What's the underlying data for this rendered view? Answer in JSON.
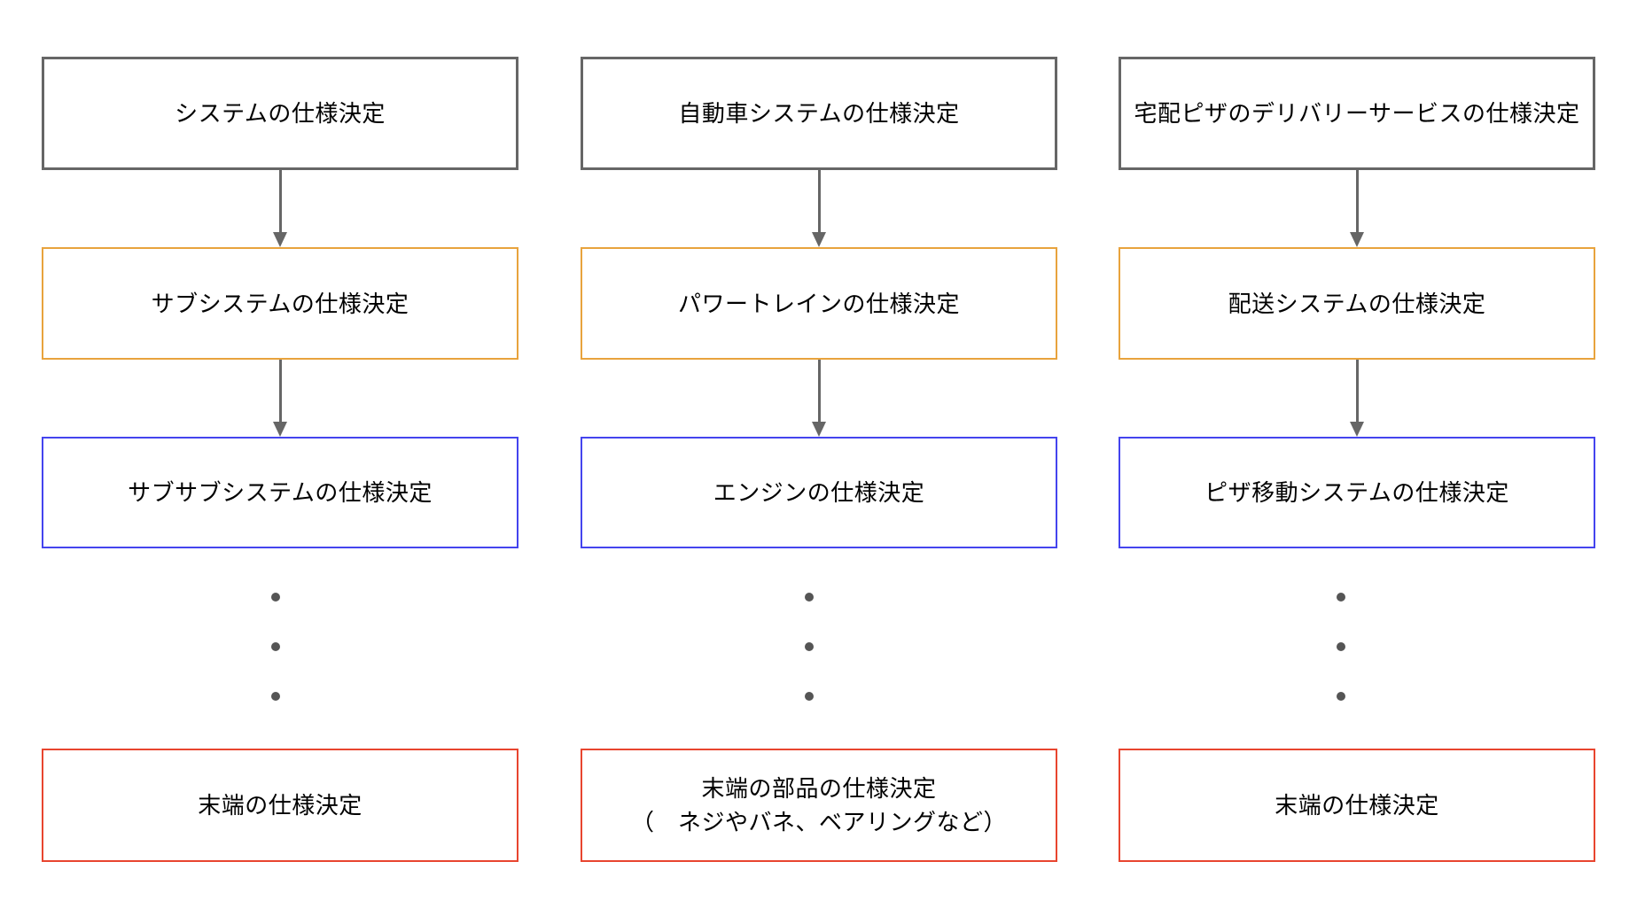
{
  "diagram": {
    "colors": {
      "background": "#ffffff",
      "text": "#000000",
      "level1_border": "#666666",
      "level2_border": "#e8a33d",
      "level3_border": "#4444ee",
      "level4_border": "#e8452f",
      "arrow": "#666666",
      "dot": "#555555"
    },
    "columns": [
      {
        "boxes": [
          {
            "lines": [
              "システムの仕様決定"
            ]
          },
          {
            "lines": [
              "サブシステムの仕様決定"
            ]
          },
          {
            "lines": [
              "サブサブシステムの仕様決定"
            ]
          },
          {
            "lines": [
              "末端の仕様決定"
            ]
          }
        ]
      },
      {
        "boxes": [
          {
            "lines": [
              "自動車システムの仕様決定"
            ]
          },
          {
            "lines": [
              "パワートレインの仕様決定"
            ]
          },
          {
            "lines": [
              "エンジンの仕様決定"
            ]
          },
          {
            "lines": [
              "末端の部品の仕様決定",
              "（　ネジやバネ、ベアリングなど）"
            ]
          }
        ]
      },
      {
        "boxes": [
          {
            "lines": [
              "宅配ピザのデリバリーサービスの仕様決定"
            ]
          },
          {
            "lines": [
              "配送システムの仕様決定"
            ]
          },
          {
            "lines": [
              "ピザ移動システムの仕様決定"
            ]
          },
          {
            "lines": [
              "末端の仕様決定"
            ]
          }
        ]
      }
    ]
  }
}
